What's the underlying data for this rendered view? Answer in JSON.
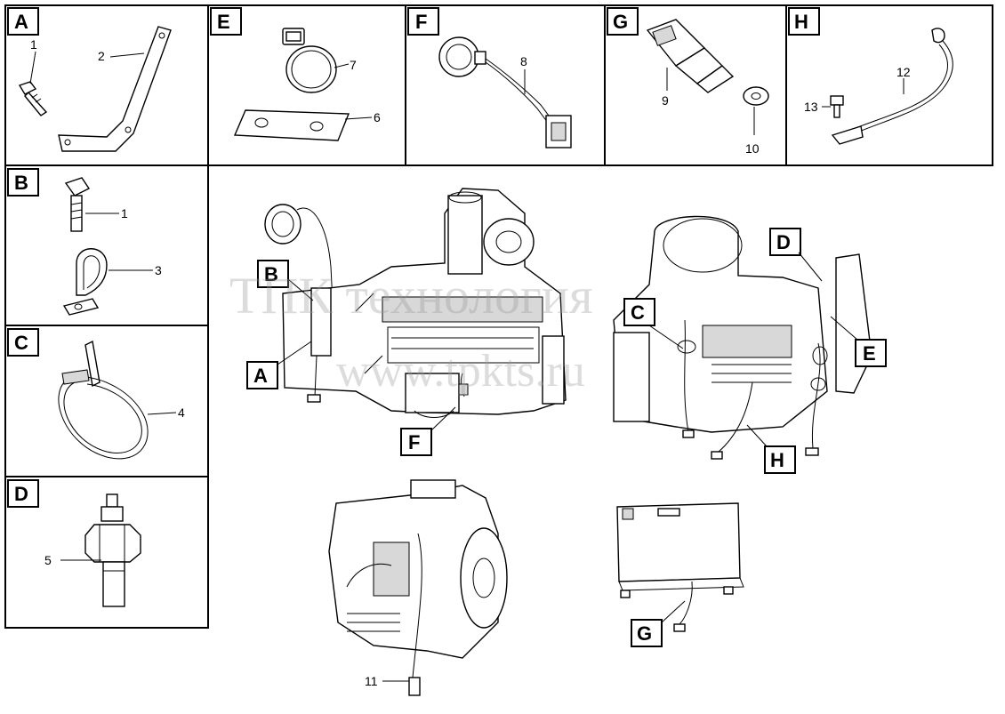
{
  "panels": {
    "A": {
      "letter": "A",
      "parts": [
        "1",
        "2"
      ]
    },
    "B": {
      "letter": "B",
      "parts": [
        "1",
        "3"
      ]
    },
    "C": {
      "letter": "C",
      "parts": [
        "4"
      ]
    },
    "D": {
      "letter": "D",
      "parts": [
        "5"
      ]
    },
    "E": {
      "letter": "E",
      "parts": [
        "7",
        "6"
      ]
    },
    "F": {
      "letter": "F",
      "parts": [
        "8"
      ]
    },
    "G": {
      "letter": "G",
      "parts": [
        "9",
        "10"
      ]
    },
    "H": {
      "letter": "H",
      "parts": [
        "12",
        "13"
      ]
    }
  },
  "callouts": {
    "main_view": [
      "B",
      "A",
      "F"
    ],
    "right_view": [
      "D",
      "C",
      "E",
      "H"
    ],
    "bottom_view": [
      "11"
    ],
    "control_box": [
      "G"
    ]
  },
  "watermark": {
    "line1": "ТПК технология",
    "line2": "www.tpkts.ru"
  }
}
